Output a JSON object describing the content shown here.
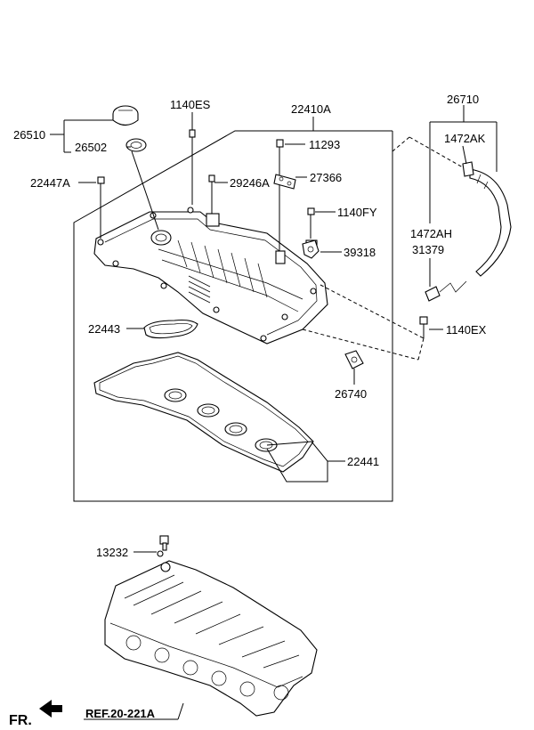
{
  "parts": {
    "oil_cap": "26510",
    "oil_cap_gasket": "26502",
    "bolt_1140es": "1140ES",
    "cover_assembly": "22410A",
    "bolt_11293": "11293",
    "bracket_27366": "27366",
    "bolt_29246a": "29246A",
    "bolt_22447a": "22447A",
    "bolt_1140fy": "1140FY",
    "sensor_39318": "39318",
    "breather_hose": "26710",
    "clamp_1472ak": "1472AK",
    "clamp_1472ah": "1472AH",
    "clip_31379": "31379",
    "bolt_1140ex": "1140EX",
    "gasket_22443": "22443",
    "pcv_valve": "26740",
    "gasket_22441": "22441",
    "plug_13232": "13232"
  },
  "reference": {
    "prefix": "REF.",
    "code": "20-221A"
  },
  "direction": "FR."
}
